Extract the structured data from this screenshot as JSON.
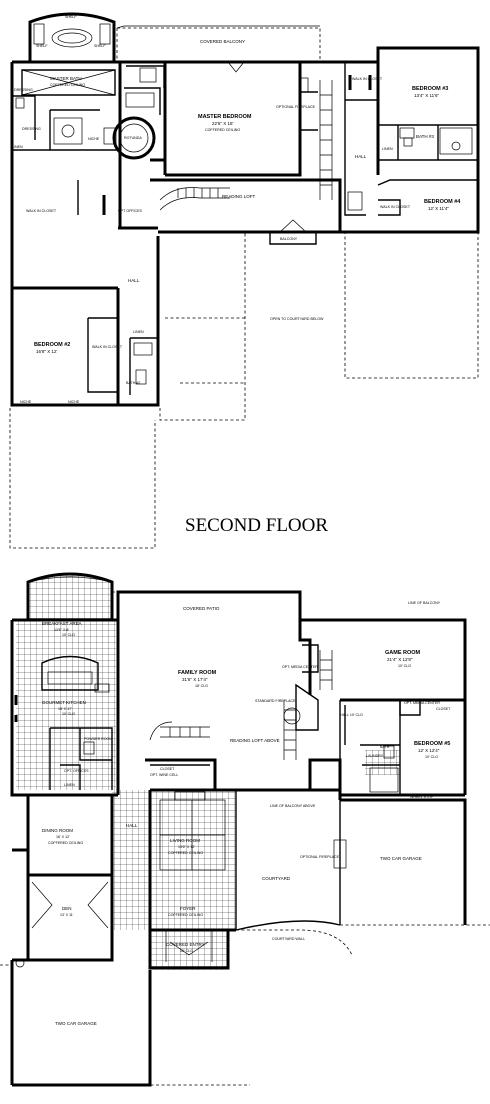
{
  "title": "SECOND FLOOR",
  "second_floor": {
    "covered_balcony": "COVERED BALCONY",
    "shelf_tl": "SHELF",
    "shelf_l": "SHELF",
    "shelf_r": "SHELF",
    "master_bath": {
      "name": "MASTER BATH",
      "note": "COFFERED CEILING"
    },
    "dressing_1": "DRESSING",
    "dressing_2": "DRESSING",
    "linen_1": "LINEN",
    "niche_1": "NICHE",
    "master_bedroom": {
      "name": "MASTER BEDROOM",
      "dims": "22'6\" X 18'",
      "note": "COFFERED CEILING"
    },
    "optional_fireplace": "OPTIONAL FIREPLACE",
    "rotunda": "ROTUNDA",
    "walk_in_closet": "WALK IN CLOSET",
    "reading_loft": "READING LOFT",
    "opt_offices": "OPT OFFICES",
    "balcony": "BALCONY",
    "hall_1": "HALL",
    "hall_2": "HALL",
    "bedroom2": {
      "name": "BEDROOM #2",
      "dims": "16'8\" X 12'"
    },
    "walk_in_closet_2": "WALK IN CLOSET",
    "linen_2": "LINEN",
    "bath2": "BATH #2",
    "open_below": "OPEN TO COURTYARD BELOW",
    "bedroom3": {
      "name": "BEDROOM #3",
      "dims": "13'4\" X 11'6\""
    },
    "walk_in_closet_3": "WALK IN CLOSET",
    "bath3": "BATH #3",
    "linen_3": "LINEN",
    "bedroom4": {
      "name": "BEDROOM #4",
      "dims": "12' X 11'4\""
    },
    "walk_in_closet_4": "WALK IN CLOSET",
    "niche_2": "NICHE",
    "niche_3": "NICHE"
  },
  "first_floor": {
    "covered_patio": "COVERED PATIO",
    "breakfast": {
      "name": "BREAKFAST AREA",
      "dims": "13'6\" X 8'",
      "note": "10' CLG"
    },
    "family_room": {
      "name": "FAMILY ROOM",
      "dims": "31'6\" X 17'4\"",
      "note": "18' CLG"
    },
    "opt_media": "OPT. MEDIA CENTER",
    "standard_fireplace": "STANDARD FIREPLACE",
    "gourmet_kitchen": {
      "name": "GOURMET KITCHEN",
      "dims": "18' X 17'",
      "note": "10' CLG"
    },
    "powder_room": "POWDER ROOM",
    "opt_offices": "OPT. OFFICES",
    "linen": "LINEN",
    "closet": "CLOSET",
    "opt_wine_cell": "OPT. WINE CELL",
    "reading_loft_above": "READING LOFT ABOVE",
    "game_room": {
      "name": "GAME ROOM",
      "dims": "21'4\" X 12'8\"",
      "note": "10' CLG"
    },
    "line_of_balcony": "LINE OF BALCONY",
    "opt_media_2": "OPT. MEDIA CENTER",
    "closet_2": "CLOSET",
    "hall_clg": "HALL 10' CLG",
    "laundry": "LAUNDRY",
    "bath": "BATH",
    "bedroom5": {
      "name": "BEDROOM #5",
      "dims": "12' X 12'4\"",
      "note": "10' CLG"
    },
    "dining_room": {
      "name": "DINING ROOM",
      "dims": "16' X 12'",
      "note": "COFFERED CEILING"
    },
    "hall": "HALL",
    "living_room": {
      "name": "LIVING ROOM",
      "dims": "13'6\" X 12'",
      "note": "COFFERED CEILING"
    },
    "courtyard": "COURTYARD",
    "line_of_balcony_above": "LINE OF BALCONY ABOVE",
    "optional_fireplace": "OPTIONAL FIREPLACE",
    "wheel_stop": "WHEEL STOP",
    "two_car_garage_r": "TWO CAR GARAGE",
    "den": {
      "name": "DEN",
      "dims": "13' X 11'"
    },
    "foyer": {
      "name": "FOYER",
      "note": "COFFERED CEILING"
    },
    "covered_entry": {
      "name": "COVERED ENTRY",
      "note": "10' CLG"
    },
    "courtyard_wall": "COURTYARD WALL",
    "two_car_garage_l": "TWO CAR GARAGE"
  }
}
